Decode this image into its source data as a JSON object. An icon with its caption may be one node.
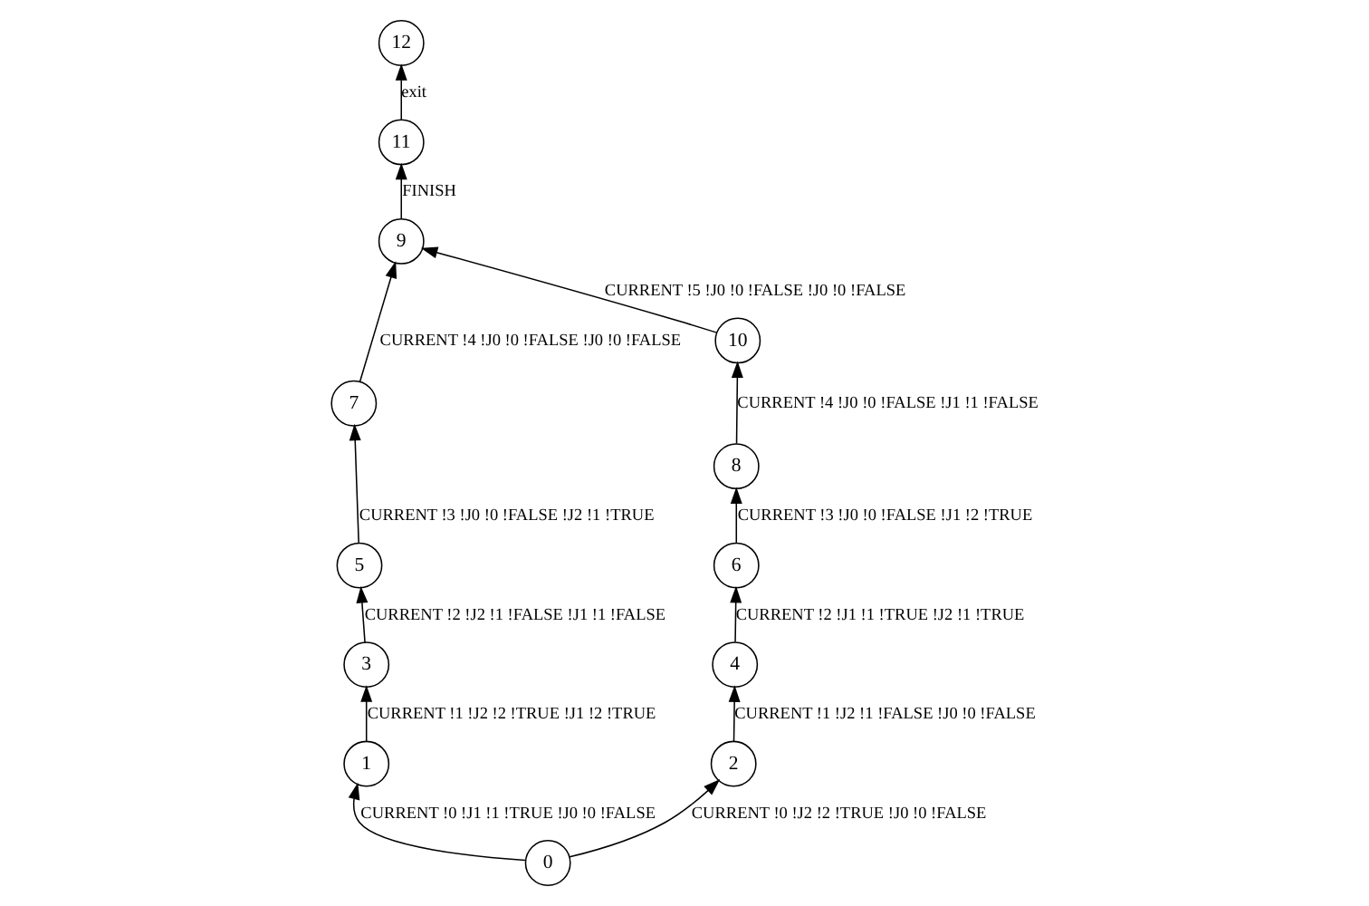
{
  "diagram": {
    "nodes": [
      {
        "text": [
          "0"
        ]
      },
      {
        "text": [
          "1"
        ]
      },
      {
        "text": [
          "2"
        ]
      },
      {
        "text": [
          "3"
        ]
      },
      {
        "text": [
          "4"
        ]
      },
      {
        "text": [
          "5"
        ]
      },
      {
        "text": [
          "6"
        ]
      },
      {
        "text": [
          "7"
        ]
      },
      {
        "text": [
          "8"
        ]
      },
      {
        "text": [
          "9"
        ]
      },
      {
        "text": [
          "10"
        ]
      },
      {
        "text": [
          "11"
        ]
      },
      {
        "text": [
          "12"
        ]
      }
    ],
    "edges": [
      {
        "from": 0,
        "to": 1,
        "arrow": "to",
        "label": "CURRENT !0 !J1 !1 !TRUE !J0 !0 !FALSE"
      },
      {
        "from": 0,
        "to": 2,
        "arrow": "to",
        "label": "CURRENT !0 !J2 !2 !TRUE !J0 !0 !FALSE"
      },
      {
        "from": 1,
        "to": 3,
        "arrow": "to",
        "label": "CURRENT !1 !J2 !2 !TRUE !J1 !2 !TRUE"
      },
      {
        "from": 2,
        "to": 4,
        "arrow": "to",
        "label": "CURRENT !1 !J2 !1 !FALSE !J0 !0 !FALSE"
      },
      {
        "from": 3,
        "to": 5,
        "arrow": "to",
        "label": "CURRENT !2 !J2 !1 !FALSE !J1 !1 !FALSE"
      },
      {
        "from": 4,
        "to": 6,
        "arrow": "to",
        "label": "CURRENT !2 !J1 !1 !TRUE !J2 !1 !TRUE"
      },
      {
        "from": 5,
        "to": 7,
        "arrow": "to",
        "label": "CURRENT !3 !J0 !0 !FALSE !J2 !1 !TRUE"
      },
      {
        "from": 6,
        "to": 8,
        "arrow": "to",
        "label": "CURRENT !3 !J0 !0 !FALSE !J1 !2 !TRUE"
      },
      {
        "from": 7,
        "to": 9,
        "arrow": "to",
        "label": "CURRENT !4 !J0 !0 !FALSE !J0 !0 !FALSE"
      },
      {
        "from": 8,
        "to": 10,
        "arrow": "to",
        "label": "CURRENT !4 !J0 !0 !FALSE !J1 !1 !FALSE"
      },
      {
        "from": 10,
        "to": 9,
        "arrow": "to",
        "label": "CURRENT !5 !J0 !0 !FALSE !J0 !0 !FALSE"
      },
      {
        "from": 9,
        "to": 11,
        "arrow": "to",
        "label": "FINISH"
      },
      {
        "from": 11,
        "to": 12,
        "arrow": "to",
        "label": "exit"
      }
    ]
  }
}
